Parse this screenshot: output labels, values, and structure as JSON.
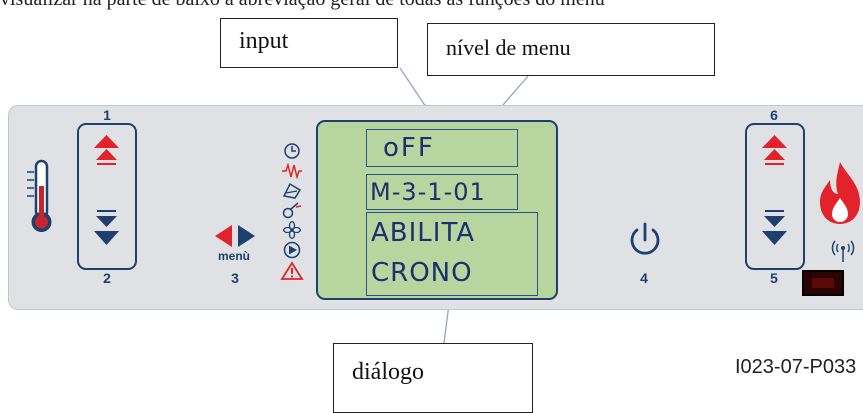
{
  "top_text": "visualizar na parte de baixo a abreviação geral de todas as funções do menu",
  "callouts": {
    "input": "input",
    "menu_level": "nível de menu",
    "dialog": "diálogo"
  },
  "panel": {
    "button_numbers": [
      "1",
      "2",
      "3",
      "4",
      "5",
      "6"
    ],
    "menu_label": "menù"
  },
  "display": {
    "input_value": "oFF",
    "menu_level_value": "M-3-1-01",
    "dialog_line1": "ABILITA",
    "dialog_line2": "CRONO"
  },
  "status_icons": [
    "clock-icon",
    "resistance-icon",
    "fuel-icon",
    "ignition-icon",
    "fan-icon",
    "pump-icon",
    "alarm-icon"
  ],
  "reference_code": "I023-07-P033",
  "colors": {
    "panel_bg": "#dfe1e4",
    "lcd_bg": "#b6d59f",
    "navy": "#1f3f6e",
    "red": "#e3232b"
  }
}
